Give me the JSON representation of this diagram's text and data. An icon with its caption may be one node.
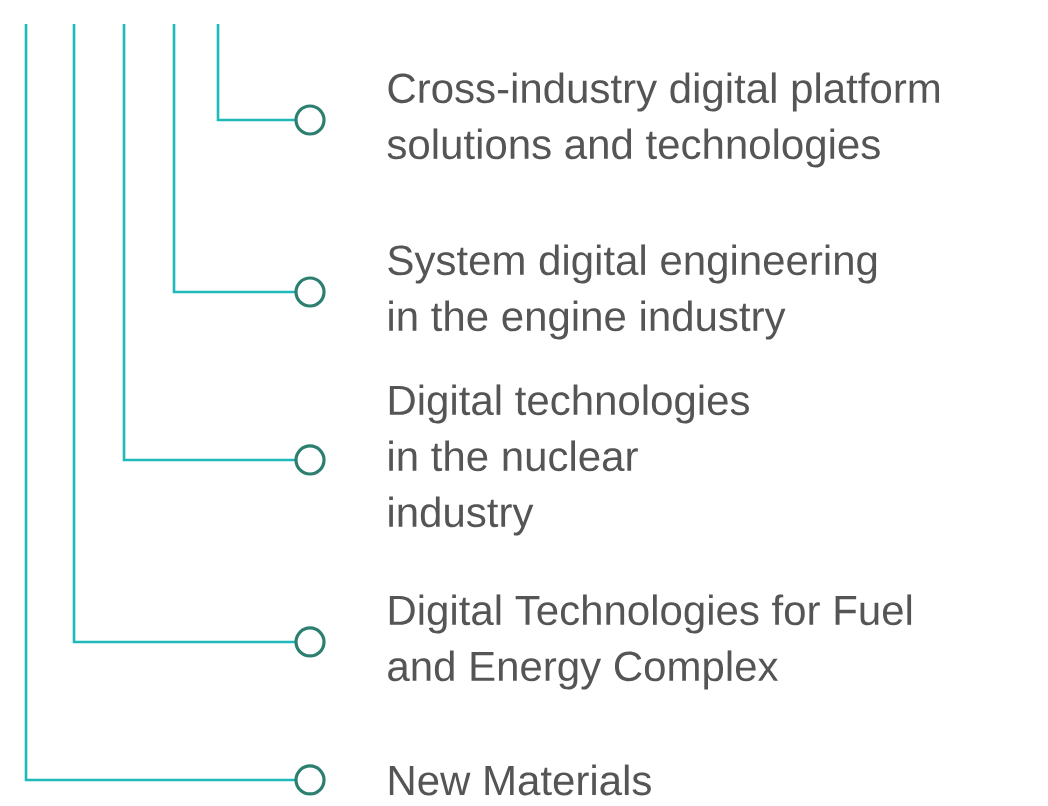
{
  "diagram": {
    "nodes": [
      {
        "text": [
          "Cross-industry digital platform solutions and technologies"
        ]
      },
      {
        "text": [
          "System digital engineering in the engine industry"
        ]
      },
      {
        "text": [
          "Digital technologies in the nuclear industry"
        ]
      },
      {
        "text": [
          "Digital Technologies for Fuel and Energy Complex"
        ]
      },
      {
        "text": [
          "New Materials"
        ]
      }
    ],
    "edges": [
      {
        "from": null,
        "to": 0,
        "arrow": "other"
      },
      {
        "from": null,
        "to": 1,
        "arrow": "other"
      },
      {
        "from": null,
        "to": 2,
        "arrow": "other"
      },
      {
        "from": null,
        "to": 3,
        "arrow": "other"
      },
      {
        "from": null,
        "to": 4,
        "arrow": "other"
      }
    ]
  }
}
